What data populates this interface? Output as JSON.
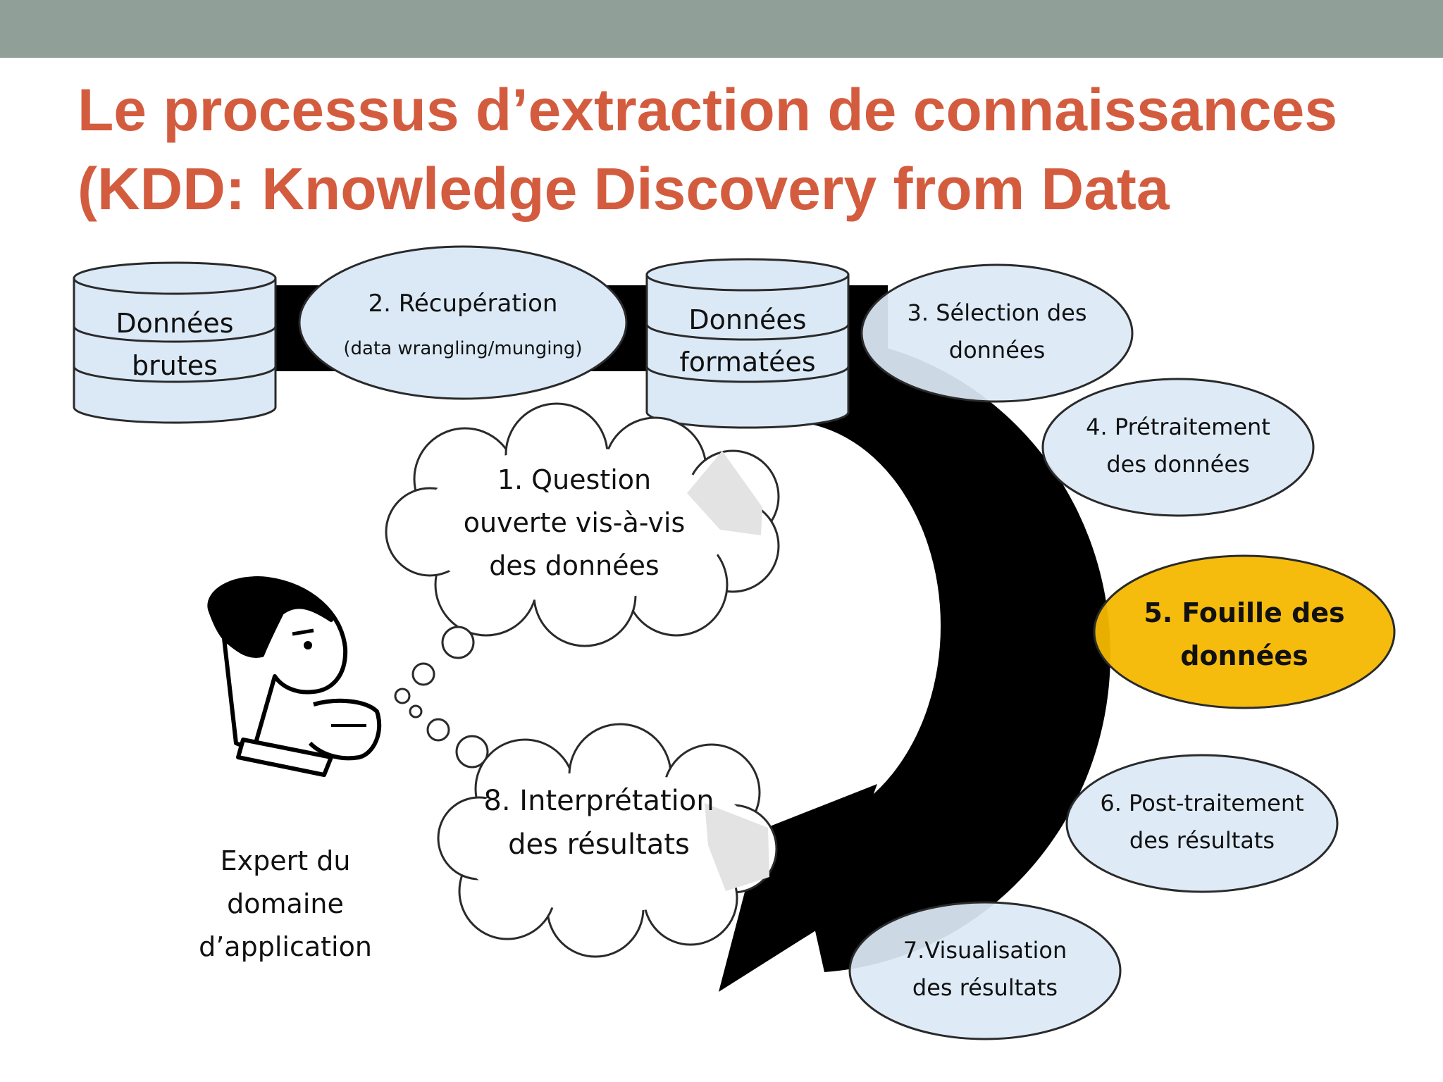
{
  "slide": {
    "title_line1": "Le processus d’extraction de connaissances",
    "title_line2": "(KDD: Knowledge Discovery from Data",
    "colors": {
      "top_bar": "#909f98",
      "title": "#d35c3f",
      "ellipse_fill": "#dbe9f6",
      "highlight_fill": "#f5b800",
      "arrow": "#000000"
    }
  },
  "diagram": {
    "raw_data": {
      "line1": "Données",
      "line2": "brutes"
    },
    "formatted_data": {
      "line1": "Données",
      "line2": "formatées"
    },
    "step2": {
      "line1": "2. Récupération",
      "line2": "(data wrangling/munging)"
    },
    "step3": {
      "line1": "3. Sélection des",
      "line2": "données"
    },
    "step4": {
      "line1": "4. Prétraitement",
      "line2": "des données"
    },
    "step5": {
      "line1": "5. Fouille des",
      "line2": "données"
    },
    "step6": {
      "line1": "6. Post-traitement",
      "line2": "des résultats"
    },
    "step7": {
      "line1": "7.Visualisation",
      "line2": "des résultats"
    },
    "step1": {
      "line1": "1. Question",
      "line2": "ouverte vis-à-vis",
      "line3": "des données"
    },
    "step8": {
      "line1": "8. Interprétation",
      "line2": "des résultats"
    },
    "expert": {
      "line1": "Expert du",
      "line2": "domaine",
      "line3": "d’application"
    }
  }
}
